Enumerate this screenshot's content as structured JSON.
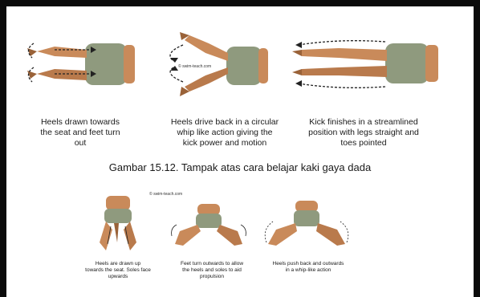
{
  "top_panels": [
    {
      "caption": "Heels drawn towards\nthe seat and feet turn\nout"
    },
    {
      "caption": "Heels drive back in a circular\nwhip like action giving the\nkick power and motion",
      "watermark": "© swim-teach.com"
    },
    {
      "caption": "Kick finishes in a streamlined\nposition with legs straight and\ntoes pointed"
    }
  ],
  "figure_caption": "Gambar 15.12. Tampak atas cara belajar kaki gaya dada",
  "bottom_watermark": "© swim-teach.com",
  "bottom_panels": [
    {
      "caption": "Heels are drawn up\ntowards the seat. Soles face\nupwards"
    },
    {
      "caption": "Feet turn outwards to allow\nthe heels and soles to aid\npropulsion"
    },
    {
      "caption": "Heels push back and outwards\nin a whip-like action"
    }
  ],
  "colors": {
    "skin": "#c98a5a",
    "skin_dark": "#9a6238",
    "shorts": "#8f9a7e",
    "frame": "#0b0b0b",
    "arrow": "#222222"
  }
}
